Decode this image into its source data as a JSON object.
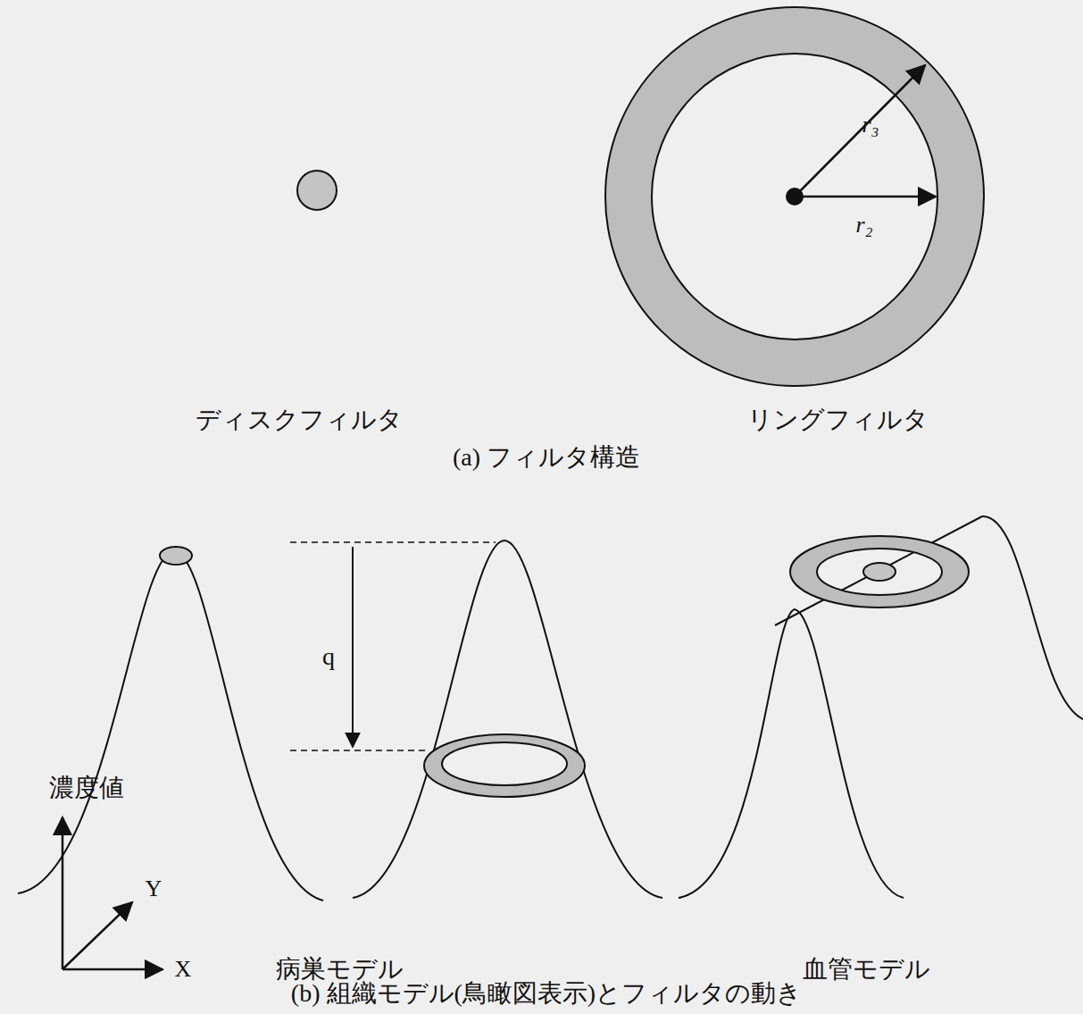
{
  "diagram": {
    "labels": [
      "ディスクフィルタ",
      "リングフィルタ",
      "(a) フィルタ構造",
      "r₃",
      "r₂",
      "q",
      "濃度値",
      "Y",
      "X",
      "病巣モデル",
      "血管モデル",
      "(b) 組織モデル(鳥瞰図表示)とフィルタの動き"
    ]
  }
}
